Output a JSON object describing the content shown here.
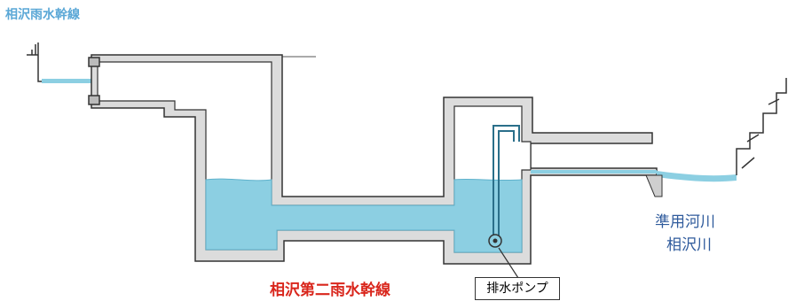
{
  "labels": {
    "upstream_sewer": "相沢雨水幹線",
    "river_line1": "準用河川",
    "river_line2": "相沢川",
    "second_trunk": "相沢第二雨水幹線",
    "pump": "排水ポンプ"
  },
  "colors": {
    "water": "#8ccfe2",
    "water_edge": "#5fb2cc",
    "concrete": "#dcdcdc",
    "outline": "#333333",
    "blue_label": "#5aa7d6",
    "river_label": "#2f5b9c",
    "red_label": "#d9261c"
  }
}
